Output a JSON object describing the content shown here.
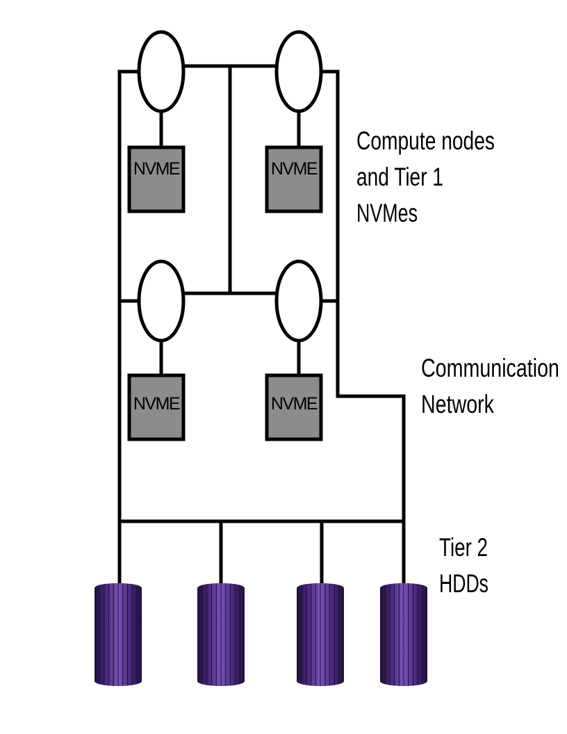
{
  "labels": {
    "compute": [
      "Compute nodes",
      "and Tier 1",
      "NVMes"
    ],
    "network": [
      "Communication",
      "Network"
    ],
    "tier2": [
      "Tier 2",
      "HDDs"
    ]
  },
  "nvme_label": "NVME",
  "colors": {
    "nvme_fill": "#8c8c8c",
    "hdd_light": "#7a55b8",
    "hdd_dark": "#24123e",
    "hdd_mid": "#4a2a80",
    "line": "#000000",
    "node_fill": "#ffffff"
  }
}
